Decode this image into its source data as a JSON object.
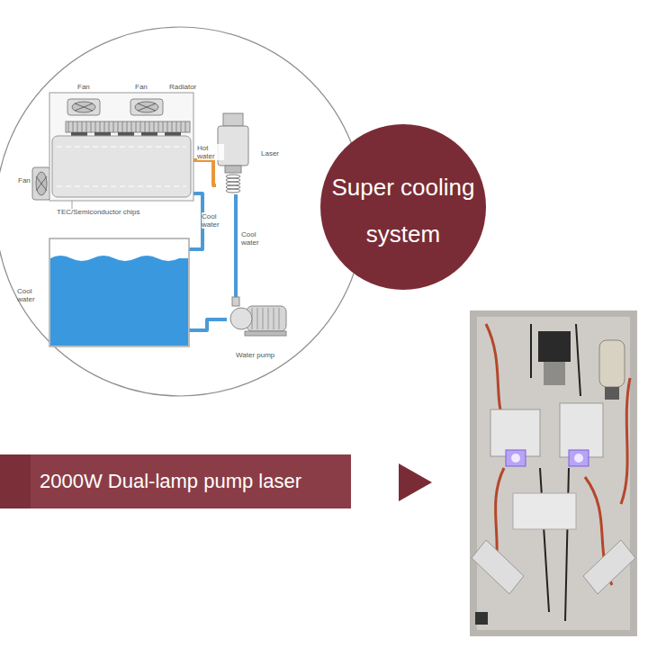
{
  "diagram": {
    "nodes": [
      {
        "text": [
          "TEC/Semiconductor chips"
        ]
      },
      {
        "text": [
          "Laser"
        ]
      },
      {
        "text": [
          "Super cooling system"
        ]
      },
      {
        "text": [
          "Cool water"
        ]
      },
      {
        "text": [
          "Water pump"
        ]
      },
      {
        "text": [
          "2000W Dual-lamp pump laser"
        ]
      }
    ],
    "edges": [
      {
        "from": 1,
        "to": 0,
        "label": "Hot water",
        "arrow": "none"
      },
      {
        "from": 0,
        "to": 3,
        "label": "Cool water",
        "arrow": "none"
      },
      {
        "from": 4,
        "to": 1,
        "label": "Cool water",
        "arrow": "none"
      },
      {
        "from": 3,
        "to": 4,
        "arrow": "none"
      }
    ],
    "labels": [
      "Fan",
      "Fan",
      "Radiator",
      "Fan"
    ]
  }
}
